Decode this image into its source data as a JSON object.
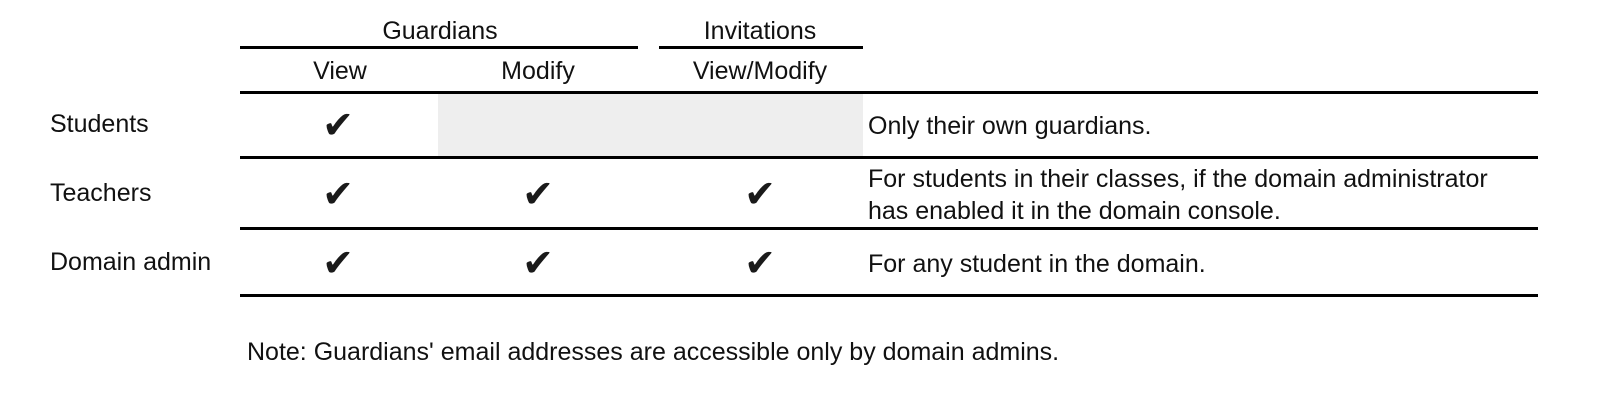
{
  "table": {
    "column_groups": [
      {
        "label": "Guardians",
        "spans_columns": [
          "View",
          "Modify"
        ]
      },
      {
        "label": "Invitations",
        "spans_columns": [
          "View/Modify"
        ]
      }
    ],
    "columns": [
      {
        "key": "role",
        "label": ""
      },
      {
        "key": "guardians_view",
        "label": "View"
      },
      {
        "key": "guardians_modify",
        "label": "Modify"
      },
      {
        "key": "invitations_view_modify",
        "label": "View/Modify"
      },
      {
        "key": "description",
        "label": ""
      }
    ],
    "check_glyph": "✔",
    "rows": [
      {
        "role": "Students",
        "guardians_view": true,
        "guardians_modify": false,
        "invitations_view_modify": false,
        "shaded": true,
        "description": "Only their own guardians."
      },
      {
        "role": "Teachers",
        "guardians_view": true,
        "guardians_modify": true,
        "invitations_view_modify": true,
        "shaded": false,
        "description": "For students in their classes, if the domain administrator has enabled it in the domain console."
      },
      {
        "role": "Domain admin",
        "guardians_view": true,
        "guardians_modify": true,
        "invitations_view_modify": true,
        "shaded": false,
        "description": "For any student in the domain."
      }
    ]
  },
  "note": "Note: Guardians' email addresses are accessible only by domain admins.",
  "colors": {
    "rule": "#000000",
    "text": "#111111",
    "shade": "#eeeeee",
    "background": "#ffffff"
  }
}
